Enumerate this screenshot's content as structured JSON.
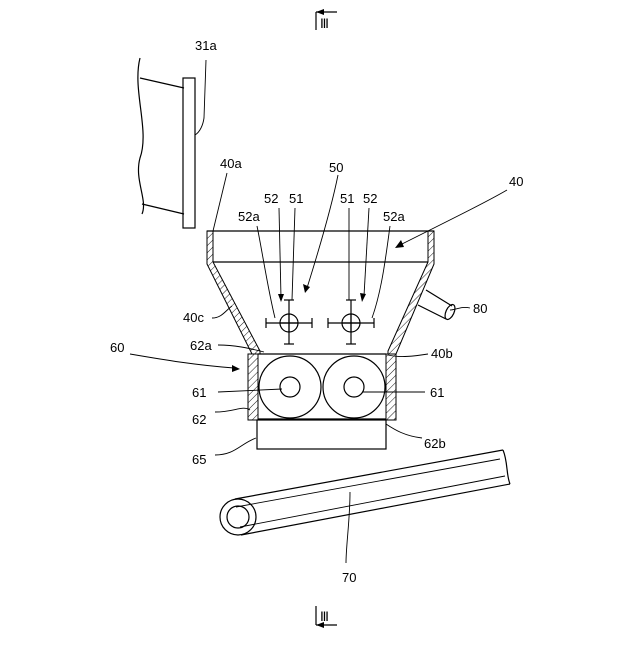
{
  "section_marks": {
    "top": "Ⅲ",
    "bottom": "Ⅲ"
  },
  "labels": {
    "l_31a": "31a",
    "l_40a": "40a",
    "l_50": "50",
    "l_40": "40",
    "l_52_left": "52",
    "l_51_left": "51",
    "l_52a_left": "52a",
    "l_51_right": "51",
    "l_52_right": "52",
    "l_52a_right": "52a",
    "l_80": "80",
    "l_40c": "40c",
    "l_60": "60",
    "l_62a": "62a",
    "l_40b": "40b",
    "l_61_left": "61",
    "l_61_right": "61",
    "l_62": "62",
    "l_62b": "62b",
    "l_65": "65",
    "l_70": "70"
  }
}
